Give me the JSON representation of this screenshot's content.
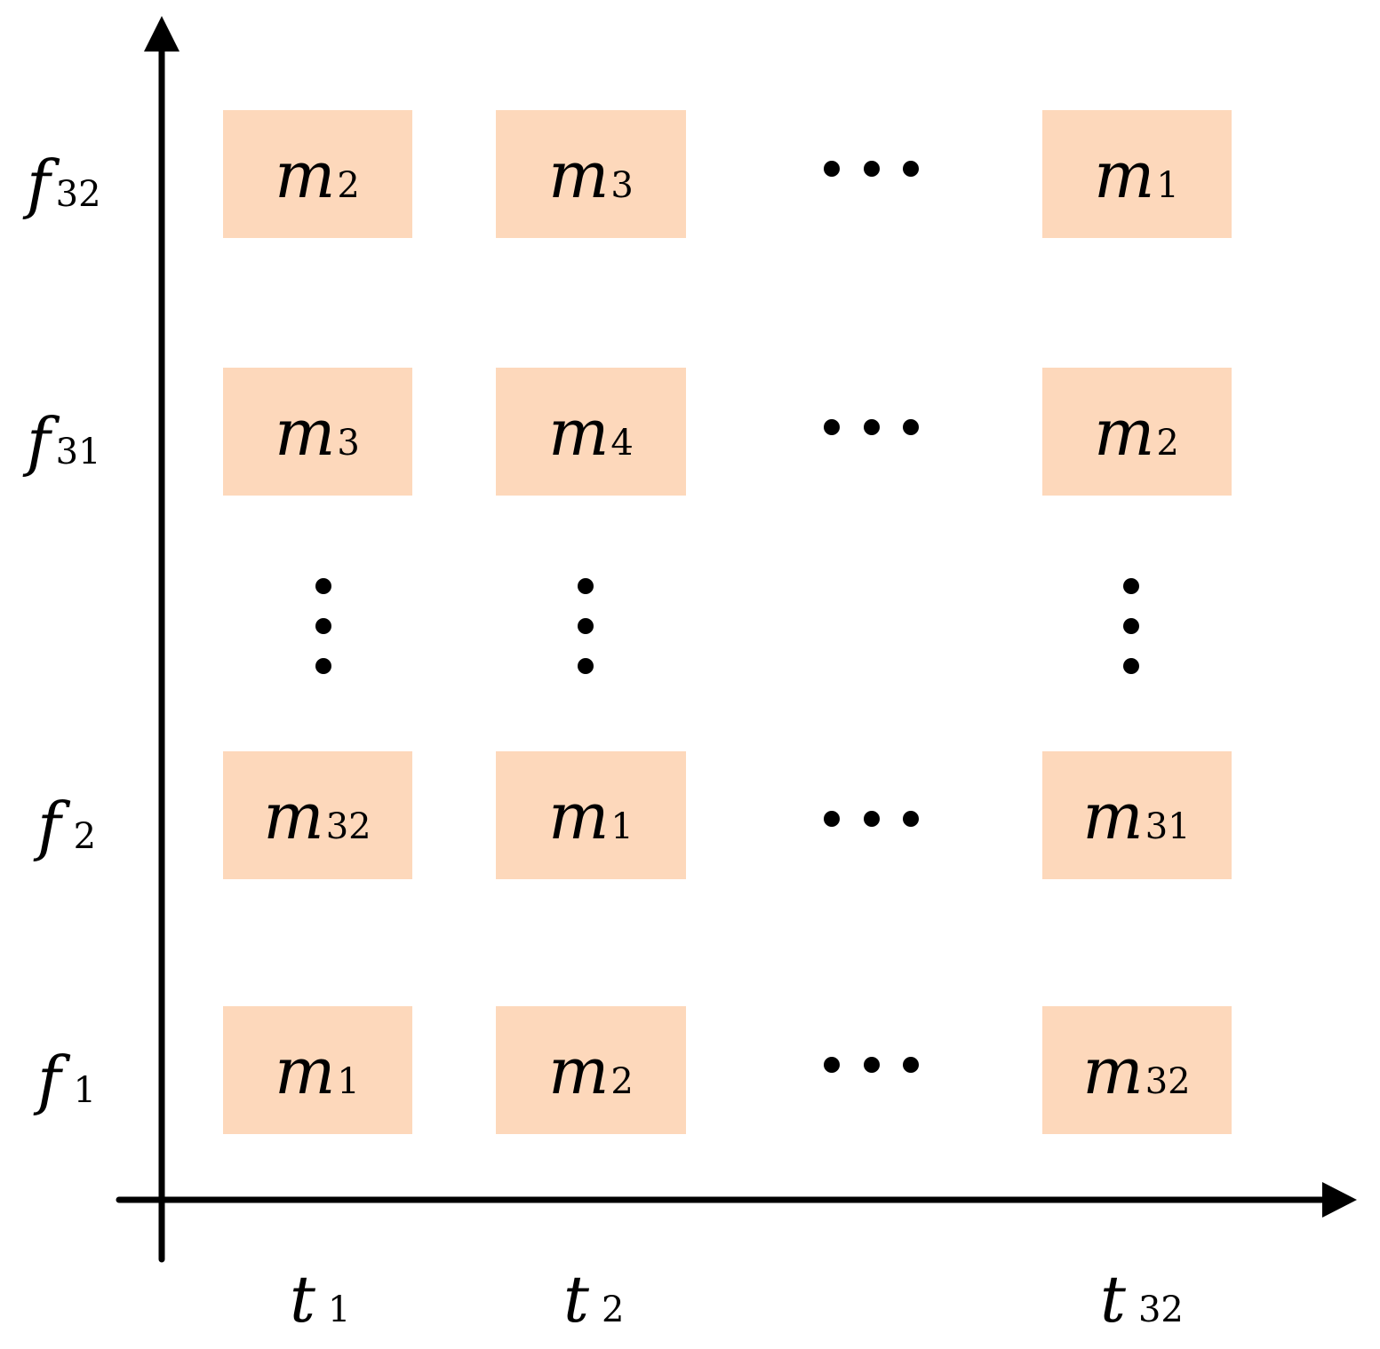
{
  "y_labels": [
    {
      "sym": "f",
      "sub": "32"
    },
    {
      "sym": "f",
      "sub": "31"
    },
    {
      "sym": "f",
      "sub": "2"
    },
    {
      "sym": "f",
      "sub": "1"
    }
  ],
  "x_labels": [
    {
      "sym": "t",
      "sub": "1"
    },
    {
      "sym": "t",
      "sub": "2"
    },
    {
      "sym": "t",
      "sub": "32"
    }
  ],
  "grid": [
    [
      {
        "sym": "m",
        "sub": "2"
      },
      {
        "sym": "m",
        "sub": "3"
      },
      {
        "sym": "m",
        "sub": "1"
      }
    ],
    [
      {
        "sym": "m",
        "sub": "3"
      },
      {
        "sym": "m",
        "sub": "4"
      },
      {
        "sym": "m",
        "sub": "2"
      }
    ],
    [
      {
        "sym": "m",
        "sub": "32"
      },
      {
        "sym": "m",
        "sub": "1"
      },
      {
        "sym": "m",
        "sub": "31"
      }
    ],
    [
      {
        "sym": "m",
        "sub": "1"
      },
      {
        "sym": "m",
        "sub": "2"
      },
      {
        "sym": "m",
        "sub": "32"
      }
    ]
  ],
  "colors": {
    "cell_fill": "#fdd8bb",
    "axis": "#000000"
  }
}
